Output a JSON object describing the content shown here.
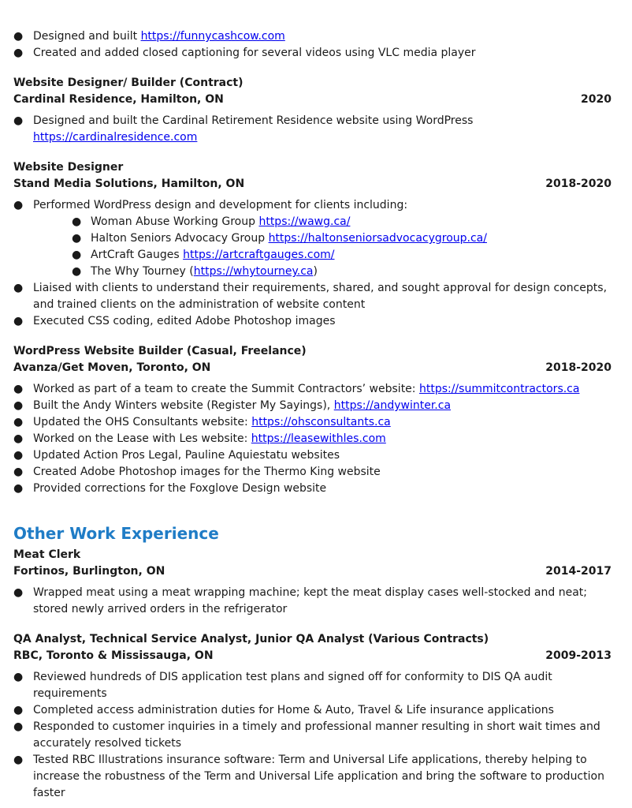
{
  "intro": {
    "items": [
      {
        "text": "Designed and built ",
        "link": "https://funnycashcow.com",
        "after": ""
      },
      {
        "text": "Created and added closed captioning for several videos using VLC media player",
        "link": "",
        "after": ""
      }
    ]
  },
  "jobs1": [
    {
      "title": "Website Designer/ Builder (Contract)",
      "org": "Cardinal Residence, Hamilton, ON",
      "date": "2020",
      "bullets": [
        {
          "text": "Designed and built the Cardinal Retirement Residence website using WordPress ",
          "link": "https://cardinalresidence.com",
          "after": ""
        }
      ]
    },
    {
      "title": "Website Designer",
      "org": "Stand Media Solutions, Hamilton, ON",
      "date": "2018-2020",
      "bullets": [
        {
          "text": "Performed WordPress design and development for clients including:",
          "link": "",
          "after": ""
        },
        {
          "text": "Liaised with clients to understand their requirements, shared, and sought approval for design concepts, and trained clients on the administration of website content",
          "link": "",
          "after": ""
        },
        {
          "text": "Executed CSS coding, edited Adobe Photoshop images",
          "link": "",
          "after": ""
        }
      ],
      "sub": [
        {
          "text": "Woman Abuse Working Group ",
          "link": "https://wawg.ca/",
          "after": ""
        },
        {
          "text": "Halton Seniors Advocacy Group ",
          "link": "https://haltonseniorsadvocacygroup.ca/",
          "after": ""
        },
        {
          "text": "ArtCraft Gauges ",
          "link": "https://artcraftgauges.com/",
          "after": ""
        },
        {
          "text": "The Why Tourney (",
          "link": "https://whytourney.ca",
          "after": ")"
        }
      ]
    },
    {
      "title": "WordPress Website Builder (Casual, Freelance)",
      "org": "Avanza/Get Moven, Toronto, ON",
      "date": "2018-2020",
      "bullets": [
        {
          "text": "Worked as part of a team to create the Summit Contractors’ website:  ",
          "link": "https://summitcontractors.ca",
          "after": ""
        },
        {
          "text": "Built the Andy Winters website (Register My Sayings), ",
          "link": "https://andywinter.ca",
          "after": ""
        },
        {
          "text": "Updated the OHS Consultants website: ",
          "link": "https://ohsconsultants.ca",
          "after": ""
        },
        {
          "text": "Worked on the Lease with Les website:  ",
          "link": "https://leasewithles.com",
          "after": ""
        },
        {
          "text": "Updated Action Pros Legal, Pauline Aquiestatu websites",
          "link": "",
          "after": ""
        },
        {
          "text": "Created Adobe Photoshop images for the Thermo King website",
          "link": "",
          "after": ""
        },
        {
          "text": "Provided corrections for the Foxglove Design website",
          "link": "",
          "after": ""
        }
      ]
    }
  ],
  "other": {
    "heading": "Other Work Experience",
    "color": "#1f7cc6",
    "jobs": [
      {
        "title": "Meat Clerk",
        "org": "Fortinos, Burlington, ON",
        "date": "2014-2017",
        "bullets": [
          {
            "text": "Wrapped meat using a meat wrapping machine; kept the meat display cases well-stocked and neat; stored newly arrived orders in the refrigerator",
            "link": "",
            "after": ""
          }
        ]
      },
      {
        "title": "QA Analyst, Technical Service Analyst, Junior QA Analyst (Various Contracts)",
        "org": "RBC, Toronto & Mississauga, ON",
        "date": "2009-2013",
        "bullets": [
          {
            "text": "Reviewed hundreds of DIS application test plans and signed off for conformity to DIS QA audit requirements",
            "link": "",
            "after": ""
          },
          {
            "text": "Completed access administration duties for Home & Auto, Travel & Life insurance applications",
            "link": "",
            "after": ""
          },
          {
            "text": "Responded to customer inquiries in a timely and professional manner resulting in short wait times and accurately resolved tickets",
            "link": "",
            "after": ""
          },
          {
            "text": "Tested RBC Illustrations insurance software: Term and Universal Life applications, thereby helping to increase the robustness of the Term and Universal Life application and bring the software to production faster",
            "link": "",
            "after": ""
          }
        ]
      }
    ]
  }
}
